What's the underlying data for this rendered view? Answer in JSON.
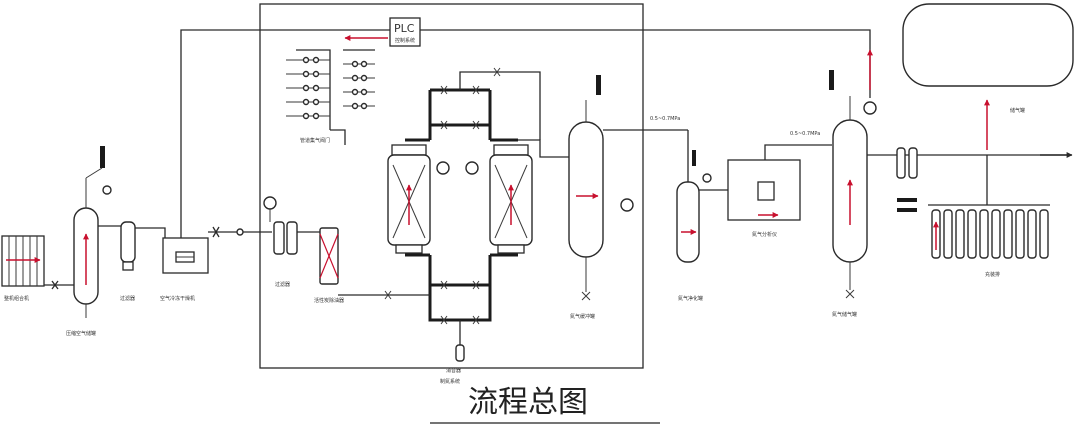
{
  "title": "流程总图",
  "plc": {
    "label": "PLC",
    "sublabel": "控制系统"
  },
  "labels": {
    "compressor": "整机组合机",
    "air_tank": "压缩空气储罐",
    "filter1": "过滤器",
    "dryer": "空气冷冻干燥机",
    "precision_filters": "过滤器",
    "carbon": "活性炭除油器",
    "adsorber_system": "制氮系统",
    "valve_panel": "管道集气阀门",
    "silencer": "消音器",
    "n2_buffer": "氮气缓冲罐",
    "n2_purifier": "氮气净化罐",
    "analyzer": "氮气分析仪",
    "product_tank": "氮气储气罐",
    "storage_big": "储气罐",
    "cylinders": "充装排"
  },
  "specs": {
    "s1": "0.5~0.7MPa",
    "s2": "0.5~0.7MPa"
  },
  "colors": {
    "arrow": "#c8102e",
    "line": "#2a2a2a"
  }
}
